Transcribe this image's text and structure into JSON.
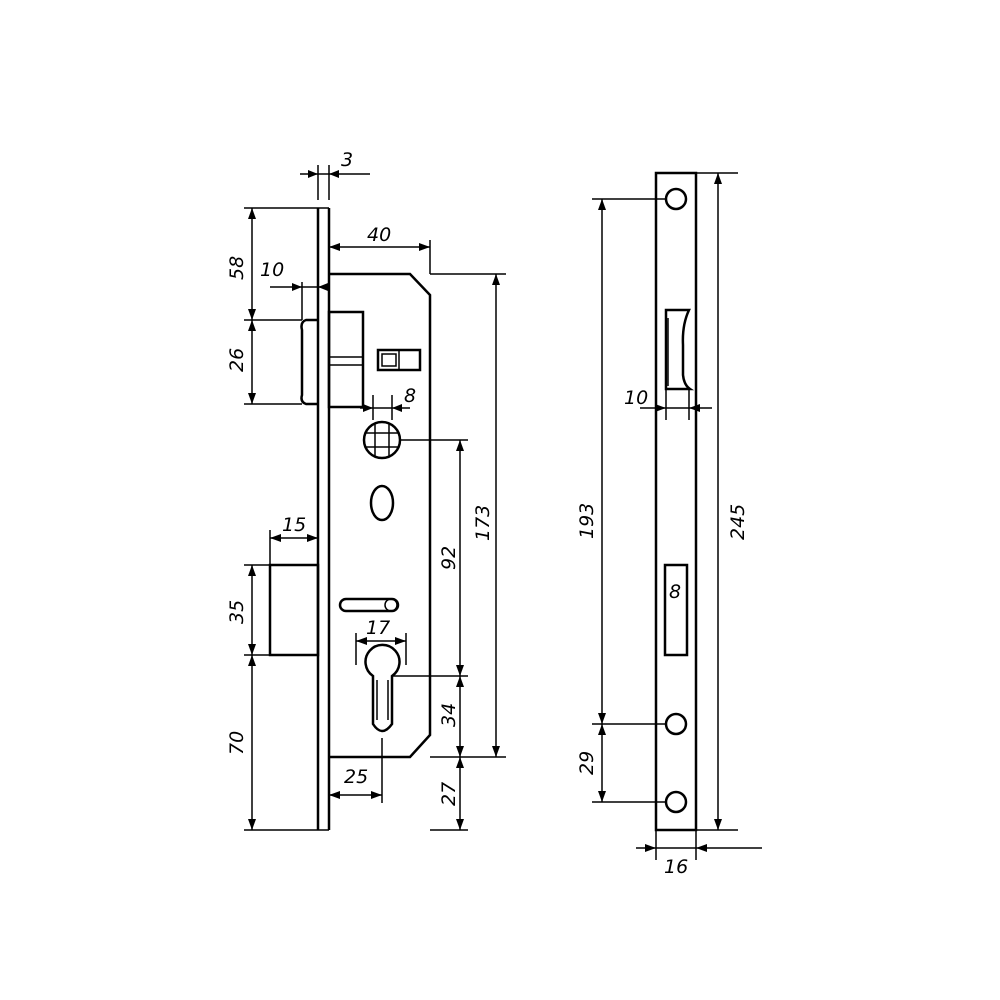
{
  "front_view": {
    "dims": {
      "faceplate_thickness": "3",
      "backset_top": "40",
      "top_offset": "58",
      "latch_height": "26",
      "latch_projection": "10",
      "follower_size": "8",
      "bolt_projection": "15",
      "bolt_height": "35",
      "bottom_offset": "70",
      "case_height": "173",
      "distance_center": "92",
      "lower_extent": "34",
      "bottom_case_offset": "27",
      "cylinder_width": "17",
      "backset": "25"
    }
  },
  "side_view": {
    "dims": {
      "hole_spacing": "193",
      "total_height": "245",
      "lower_hole_spacing": "29",
      "latch_opening_gap": "10",
      "bolt_slot": "8",
      "faceplate_width": "16"
    }
  }
}
